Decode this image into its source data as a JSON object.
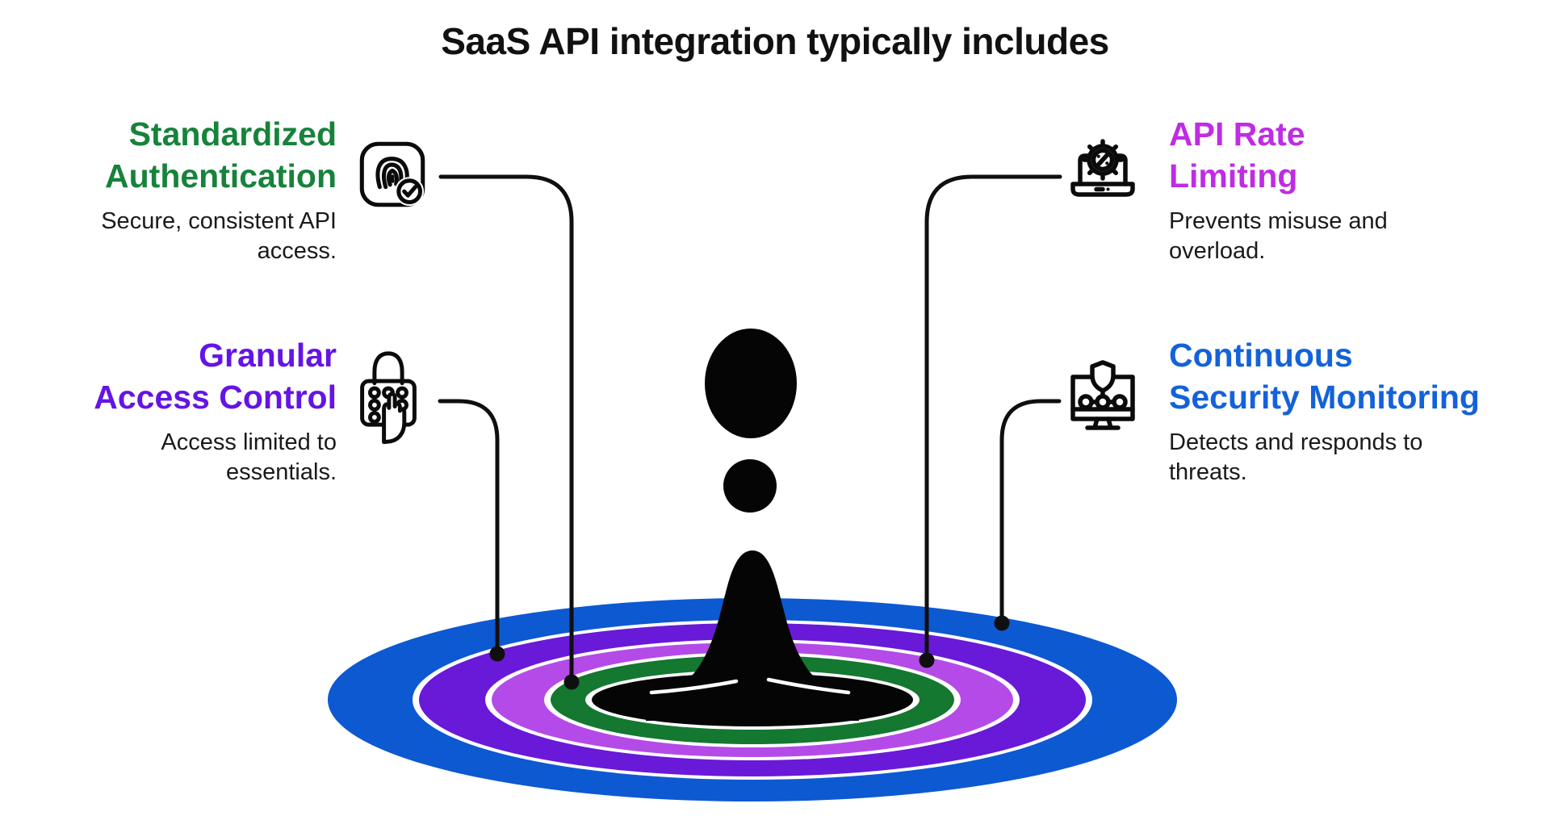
{
  "title": "SaaS API integration typically includes",
  "items": [
    {
      "id": "standardized-authentication",
      "heading": "Standardized Authentication",
      "heading_lines": [
        "Standardized",
        "Authentication"
      ],
      "description": "Secure, consistent API access.",
      "description_lines": [
        "Secure, consistent API",
        "access."
      ],
      "color": "#17823B",
      "icon": "fingerprint-check-icon",
      "connected_ring": "green"
    },
    {
      "id": "granular-access-control",
      "heading": "Granular Access Control",
      "heading_lines": [
        "Granular",
        "Access Control"
      ],
      "description": "Access limited to essentials.",
      "description_lines": [
        "Access limited to",
        "essentials."
      ],
      "color": "#6414E6",
      "icon": "padlock-keypad-icon",
      "connected_ring": "violet"
    },
    {
      "id": "api-rate-limiting",
      "heading": "API Rate Limiting",
      "heading_lines": [
        "API Rate",
        "Limiting"
      ],
      "description": "Prevents misuse and overload.",
      "description_lines": [
        "Prevents misuse and",
        "overload."
      ],
      "color": "#BE2CE3",
      "icon": "laptop-gear-icon",
      "connected_ring": "magenta"
    },
    {
      "id": "continuous-security-monitoring",
      "heading": "Continuous Security Monitoring",
      "heading_lines": [
        "Continuous",
        "Security Monitoring"
      ],
      "description": "Detects and responds to threats.",
      "description_lines": [
        "Detects and responds to",
        "threats."
      ],
      "color": "#1462D9",
      "icon": "monitor-shield-icon",
      "connected_ring": "blue"
    }
  ],
  "ripple": {
    "rings": [
      {
        "name": "blue",
        "color": "#0C59D2"
      },
      {
        "name": "violet",
        "color": "#6919D8"
      },
      {
        "name": "magenta",
        "color": "#B44BE8"
      },
      {
        "name": "green",
        "color": "#147830"
      },
      {
        "name": "center",
        "color": "#050505"
      }
    ],
    "gap_color": "#ffffff",
    "splash_color": "#050505"
  },
  "connectors": {
    "color": "#0f0f0f"
  },
  "palette": {
    "background": "#ffffff",
    "title_text": "#111111",
    "body_text": "#1a1a1a"
  }
}
